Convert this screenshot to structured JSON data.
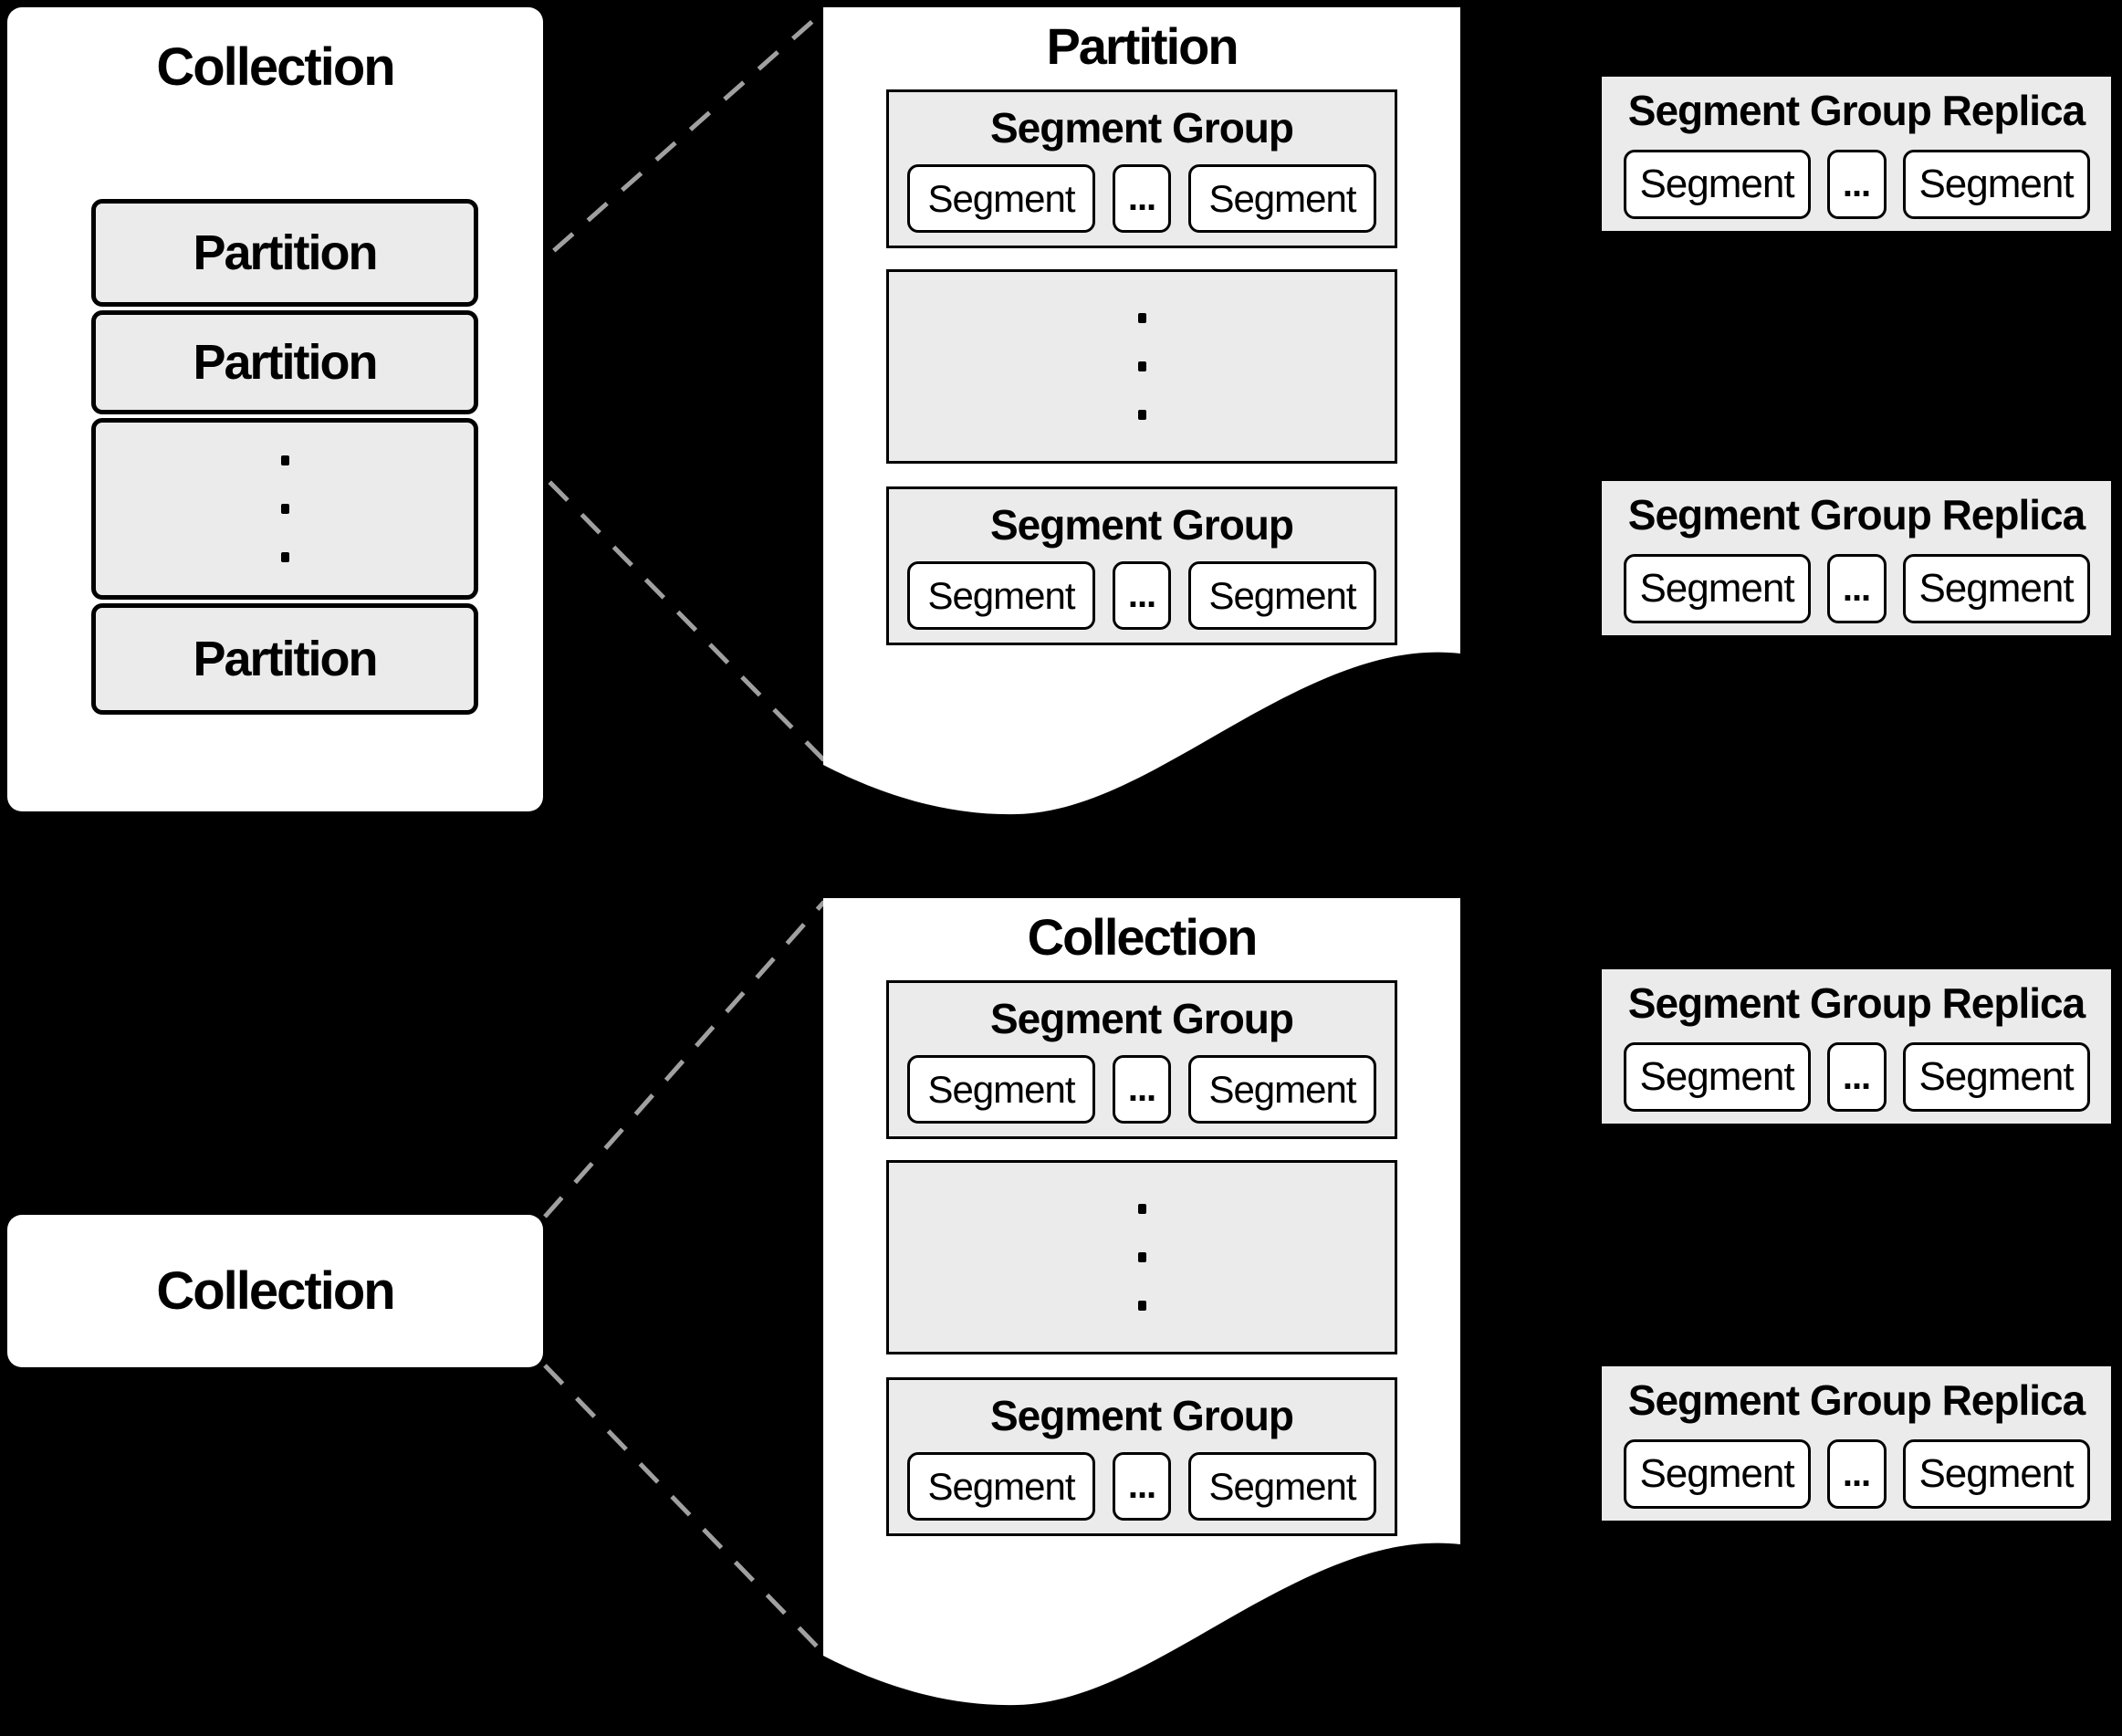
{
  "colors": {
    "background": "#000000",
    "panel_fill": "#ffffff",
    "box_fill": "#ebebeb",
    "border": "#000000",
    "dashed_line": "#a0a0a0"
  },
  "collection_stack": {
    "title": "Collection",
    "partitions": [
      "Partition",
      "Partition"
    ],
    "last_partition": "Partition"
  },
  "partition_page": {
    "title": "Partition",
    "groups": [
      {
        "title": "Segment Group",
        "segments": [
          "Segment",
          "Segment"
        ],
        "ellipsis": "..."
      },
      {
        "title": "Segment Group",
        "segments": [
          "Segment",
          "Segment"
        ],
        "ellipsis": "..."
      }
    ]
  },
  "collection_page": {
    "title": "Collection",
    "groups": [
      {
        "title": "Segment Group",
        "segments": [
          "Segment",
          "Segment"
        ],
        "ellipsis": "..."
      },
      {
        "title": "Segment Group",
        "segments": [
          "Segment",
          "Segment"
        ],
        "ellipsis": "..."
      }
    ]
  },
  "collection_label": {
    "title": "Collection"
  },
  "replicas": [
    {
      "title": "Segment Group Replica",
      "segments": [
        "Segment",
        "Segment"
      ],
      "ellipsis": "..."
    },
    {
      "title": "Segment Group Replica",
      "segments": [
        "Segment",
        "Segment"
      ],
      "ellipsis": "..."
    },
    {
      "title": "Segment Group Replica",
      "segments": [
        "Segment",
        "Segment"
      ],
      "ellipsis": "..."
    },
    {
      "title": "Segment Group Replica",
      "segments": [
        "Segment",
        "Segment"
      ],
      "ellipsis": "..."
    }
  ]
}
